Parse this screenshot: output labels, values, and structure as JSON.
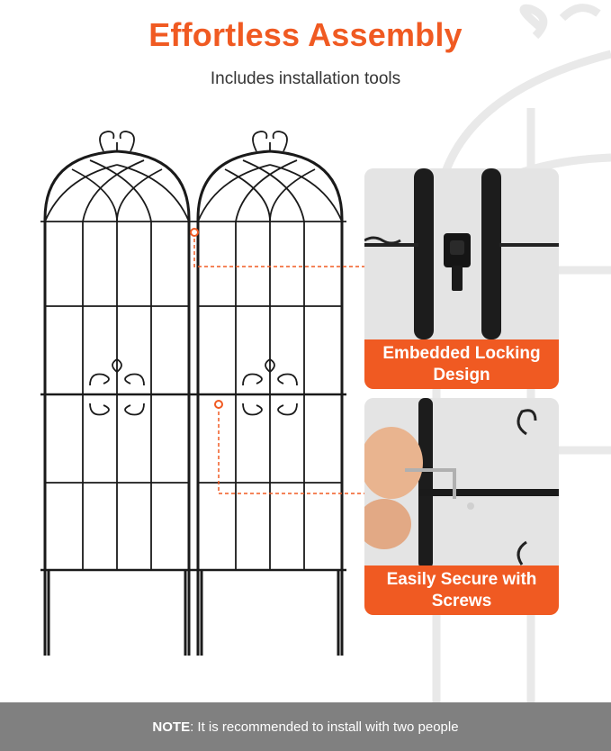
{
  "header": {
    "title": "Effortless Assembly",
    "subtitle": "Includes installation tools"
  },
  "features": [
    {
      "caption": "Embedded Locking Design"
    },
    {
      "caption": "Easily Secure with Screws"
    }
  ],
  "footer": {
    "note_label": "NOTE",
    "note_text": ": It is recommended to install with two people"
  },
  "colors": {
    "accent": "#f05a22",
    "trellis": "#1a1a1a",
    "footer_bg": "#808080"
  }
}
